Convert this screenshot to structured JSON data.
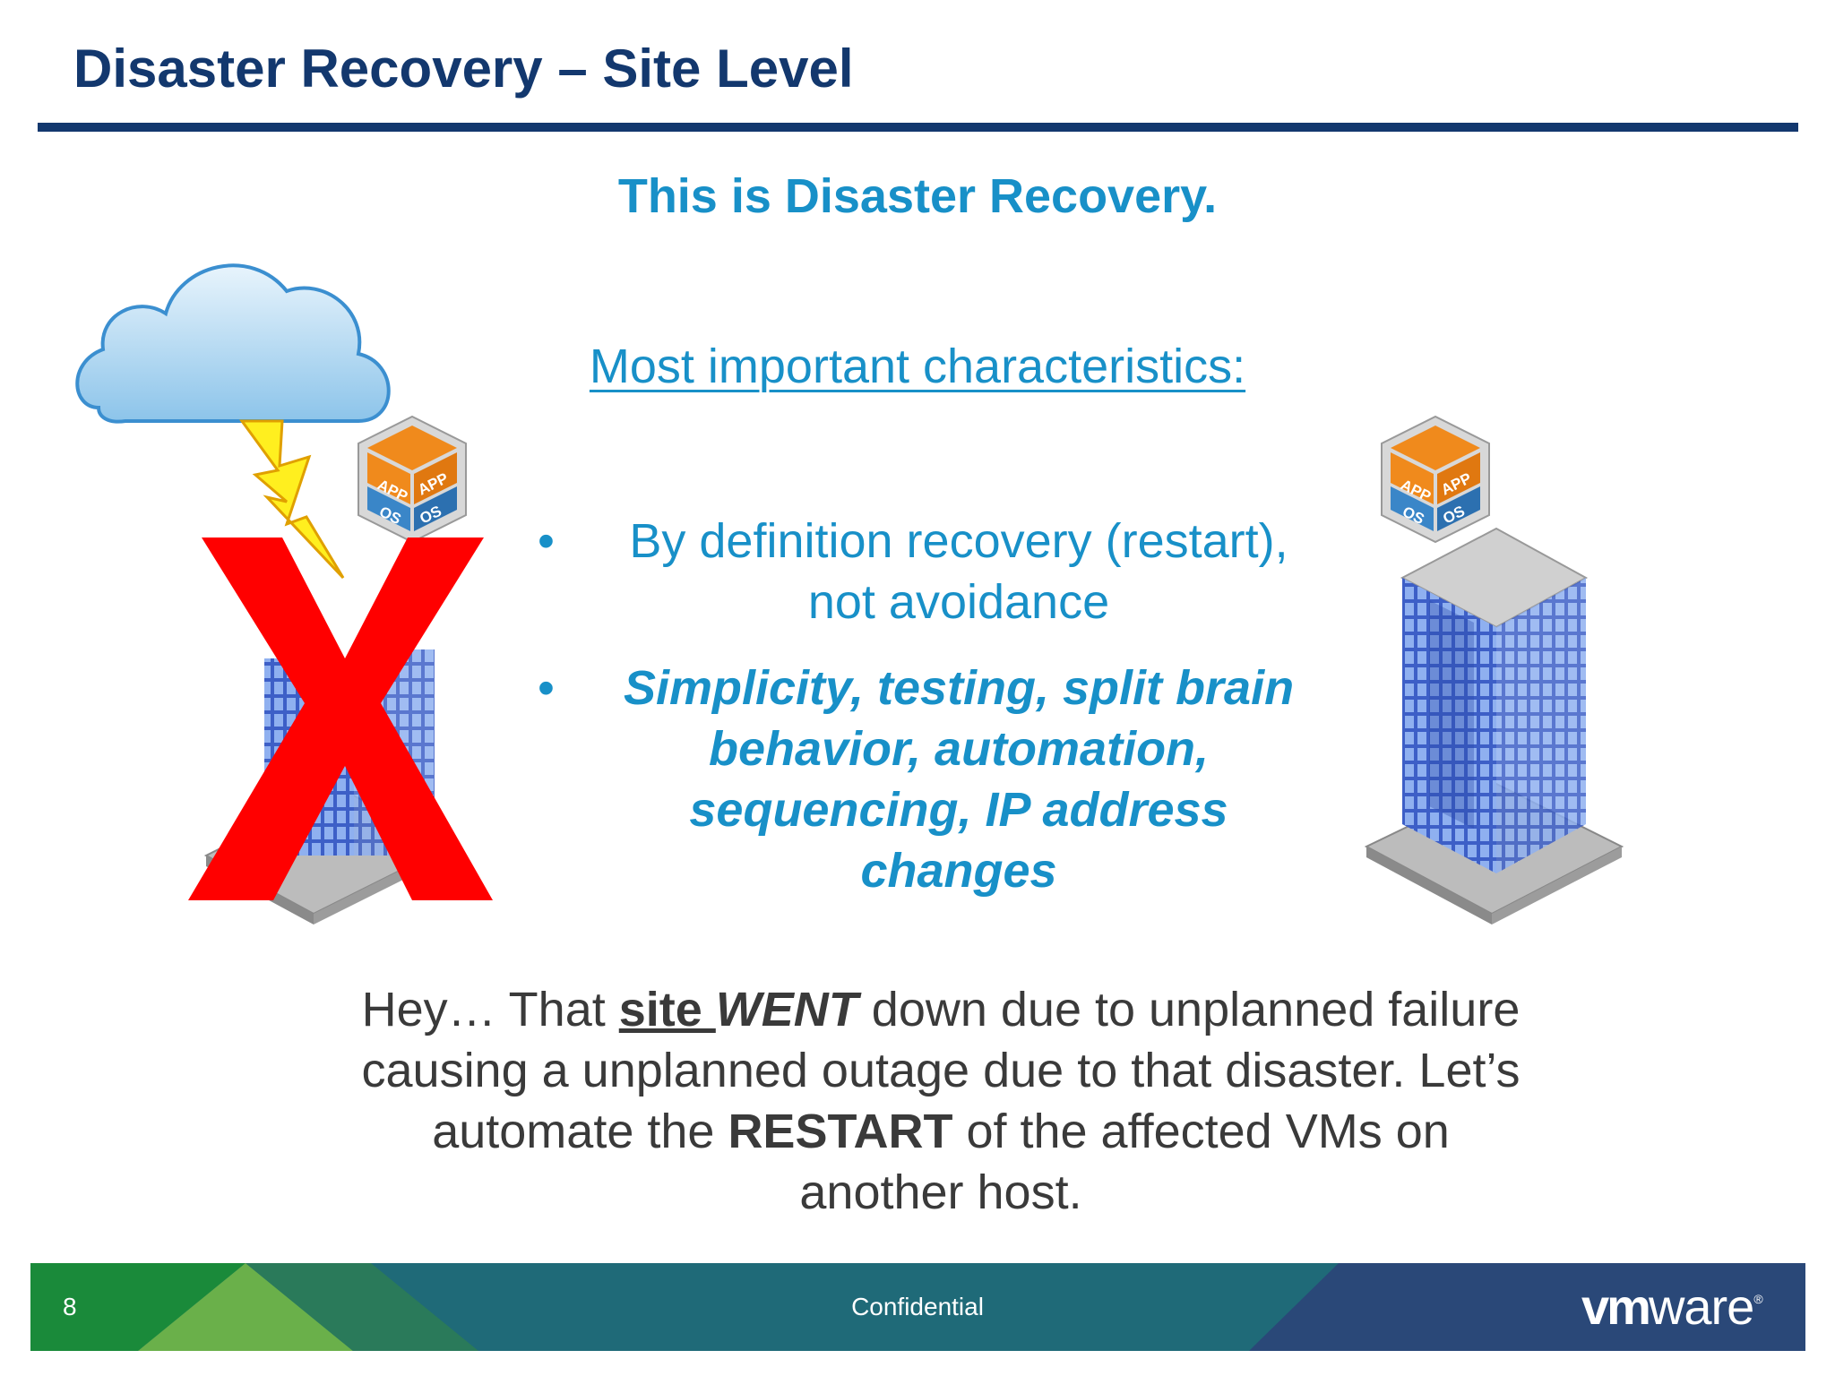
{
  "slide": {
    "title": "Disaster Recovery – Site Level",
    "headline": "This is Disaster Recovery.",
    "subheading": "Most important characteristics:",
    "bullets": [
      {
        "marker": "•",
        "lines": [
          "By definition recovery (restart),",
          "not avoidance"
        ]
      },
      {
        "marker": "•",
        "lines": [
          "Simplicity, testing, split brain",
          "behavior, automation,",
          "sequencing, IP address",
          "changes"
        ]
      }
    ],
    "paragraph": {
      "p1": "Hey… That ",
      "site": "site ",
      "went": "WENT",
      "p2": " down due to unplanned failure causing a unplanned outage due to that disaster.   Let’s automate the ",
      "restart": "RESTART",
      "p3": " of the affected VMs on another host."
    },
    "vm_labels": {
      "app": "APP",
      "os": "OS"
    }
  },
  "footer": {
    "page_number": "8",
    "label": "Confidential",
    "logo_vm": "vm",
    "logo_ware": "ware",
    "logo_mark": "®"
  },
  "colors": {
    "title": "#13386e",
    "accent": "#1890c8",
    "x_mark": "#ff0000",
    "body_text": "#3a3a3a"
  },
  "icons": [
    "cloud-icon",
    "lightning-icon",
    "vm-cube-icon",
    "building-icon",
    "x-mark-icon"
  ]
}
